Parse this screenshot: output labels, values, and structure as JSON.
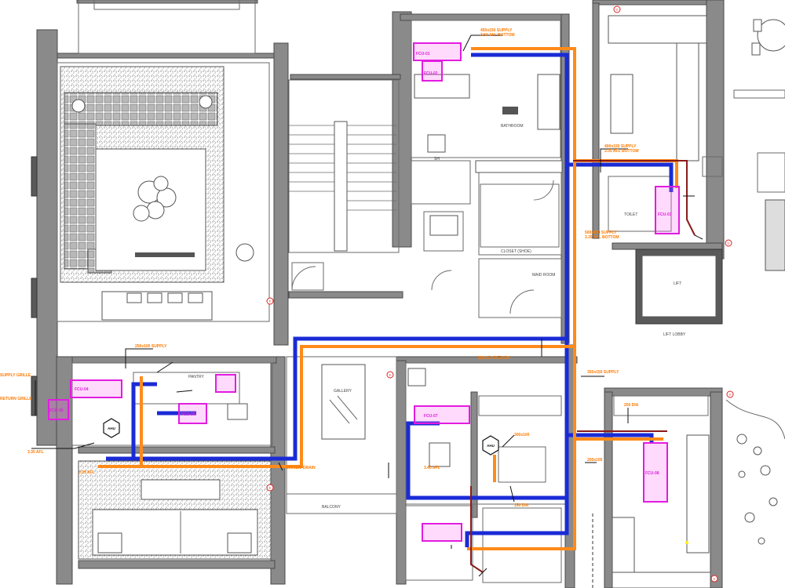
{
  "colors": {
    "duct_supply": "#1a2bd6",
    "duct_return": "#ff8a1a",
    "drain_line": "#8a1a1a",
    "unit_outline": "#e21ce0",
    "grid_marker": "#dd2222",
    "wall": "#8a8a8a"
  },
  "rooms": {
    "bathroom": "BATHROOM",
    "sh": "SH",
    "closet": "CLOSET (SHOE)",
    "lift": "LIFT",
    "lift_lobby": "LIFT LOBBY",
    "pantry": "PANTRY",
    "maid_room": "MAID ROOM",
    "toilet": "TOILET",
    "gallery": "GALLERY",
    "balcony": "BALCONY"
  },
  "tags": {
    "ahu_left": "AHU",
    "ahu_right": "AHU"
  },
  "labels": {
    "duct_a": "450x150 SUPPLY",
    "duct_a2": "3.50 AFL BOTTOM",
    "duct_b": "400x150 SUPPLY",
    "duct_b2": "3.35 AFL BOTTOM",
    "duct_c": "500x150 SUPPLY",
    "duct_c2": "3.35 AFL BOTTOM",
    "duct_d": "250x100 SUPPLY",
    "duct_e": "300x150 RETURN",
    "duct_f": "350x150 SUPPLY",
    "duct_g": "200x100 DRAIN",
    "unit_a": "FCU-01",
    "unit_b": "FCU-02",
    "unit_c": "FCU-03",
    "unit_d": "FCU-04",
    "unit_e": "FCU-05",
    "unit_f": "FCU-06",
    "unit_g": "FCU-07",
    "unit_h": "FCU-08",
    "dim_a": "250 DIA",
    "dim_b": "200x100",
    "dim_c": "150 DIA",
    "dim_d": "300x100",
    "grill_a": "SUPPLY GRILLE",
    "grill_b": "RETURN GRILLE",
    "elev_a": "3.35 AFL",
    "elev_b": "3.35 AFL",
    "elev_c": "3.40 AFL"
  },
  "grid_markers": [
    "D",
    "E",
    "D",
    "E",
    "D",
    "E",
    "D"
  ]
}
